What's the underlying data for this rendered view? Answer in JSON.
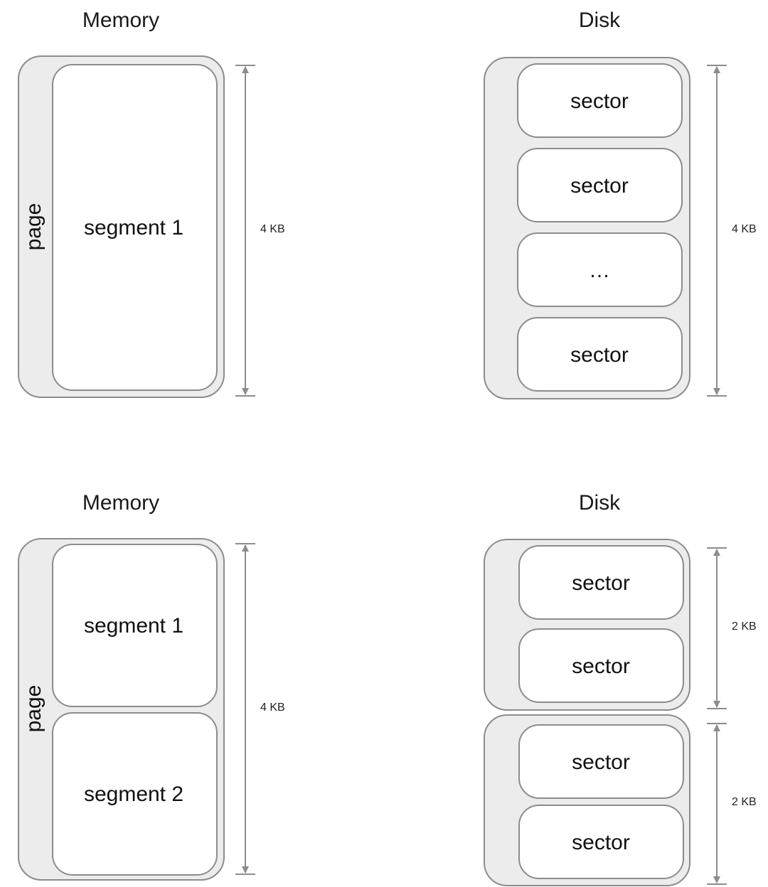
{
  "top": {
    "memory": {
      "title": "Memory",
      "page_label": "page",
      "segments": [
        "segment 1"
      ],
      "size_label": "4 KB"
    },
    "disk": {
      "title": "Disk",
      "sectors": [
        "sector",
        "sector",
        "…",
        "sector"
      ],
      "size_label": "4 KB"
    }
  },
  "bottom": {
    "memory": {
      "title": "Memory",
      "page_label": "page",
      "segments": [
        "segment 1",
        "segment 2"
      ],
      "size_label": "4 KB"
    },
    "disk": {
      "title": "Disk",
      "groups": [
        {
          "sectors": [
            "sector",
            "sector"
          ],
          "size_label": "2 KB"
        },
        {
          "sectors": [
            "sector",
            "sector"
          ],
          "size_label": "2 KB"
        }
      ]
    }
  },
  "colors": {
    "container_fill": "#ececec",
    "stroke": "#8c8c8c",
    "inner_fill": "#ffffff"
  }
}
